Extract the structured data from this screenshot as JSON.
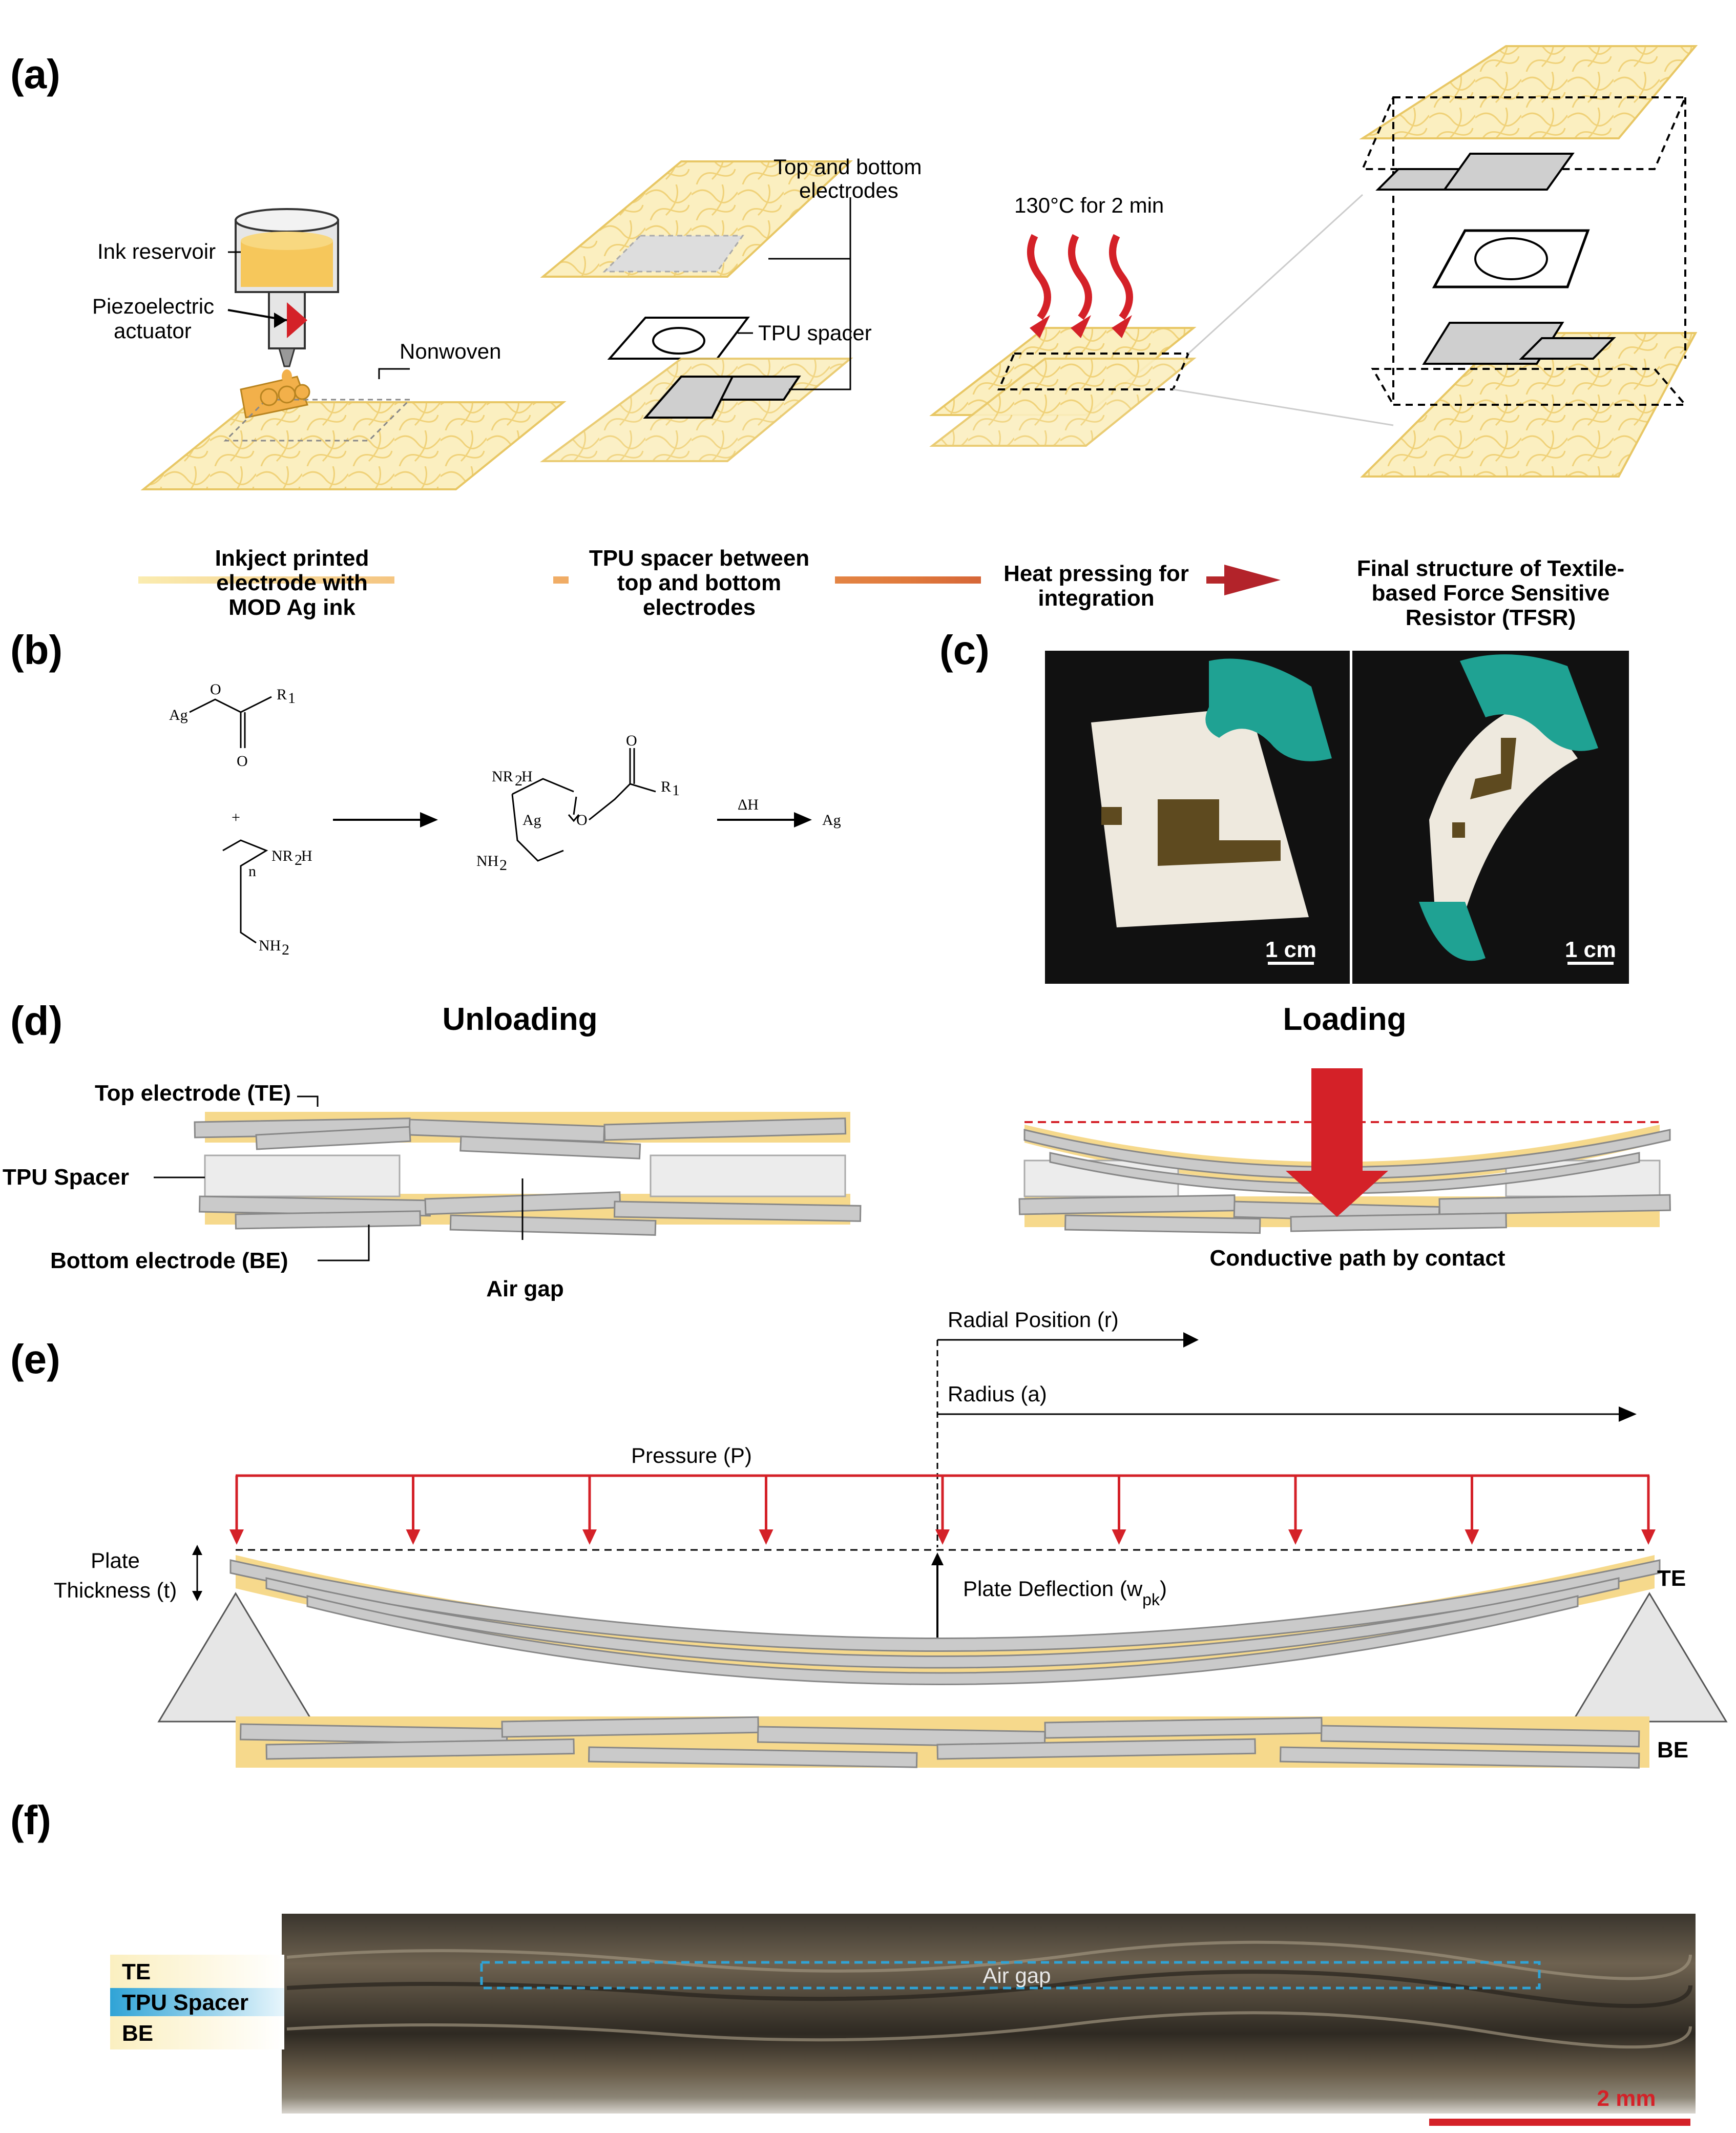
{
  "panels": {
    "a": "(a)",
    "b": "(b)",
    "c": "(c)",
    "d": "(d)",
    "e": "(e)",
    "f": "(f)"
  },
  "panel_a": {
    "ink_reservoir": "Ink reservoir",
    "piezo_line1": "Piezoelectric",
    "piezo_line2": "actuator",
    "nonwoven": "Nonwoven",
    "electrodes_line1": "Top and bottom",
    "electrodes_line2": "electrodes",
    "tpu_spacer": "TPU spacer",
    "heat_label": "130°C for 2 min",
    "steps": [
      {
        "lines": [
          "Inkject printed",
          "electrode with",
          "MOD Ag ink"
        ]
      },
      {
        "lines": [
          "TPU spacer between",
          "top and bottom",
          "electrodes"
        ]
      },
      {
        "lines": [
          "Heat pressing for",
          "integration"
        ]
      },
      {
        "lines": [
          "Final structure of Textile-",
          "based Force Sensitive",
          "Resistor (TFSR)"
        ]
      }
    ],
    "arrow_colors": [
      "#FAECB0",
      "#F2B26A",
      "#E07A3C",
      "#B3232A"
    ]
  },
  "panel_b": {
    "ag": "Ag",
    "o": "O",
    "r1": "R",
    "r1_sub": "1",
    "plus": "+",
    "nr2h": "NR",
    "nr2h_sub": "2",
    "h": "H",
    "nh2": "NH",
    "nh2_sub": "2",
    "n_sub": "n",
    "delta_h": "ΔH",
    "product": "Ag"
  },
  "panel_c": {
    "scale_left": "1 cm",
    "scale_right": "1 cm"
  },
  "panel_d": {
    "unloading": "Unloading",
    "loading": "Loading",
    "top_electrode": "Top electrode (TE)",
    "tpu_spacer": "TPU Spacer",
    "bottom_electrode": "Bottom electrode (BE)",
    "air_gap": "Air gap",
    "conductive_path": "Conductive path by contact"
  },
  "panel_e": {
    "radial_position": "Radial Position (r)",
    "radius": "Radius (a)",
    "pressure": "Pressure (P)",
    "plate_thickness_line1": "Plate",
    "plate_thickness_line2": "Thickness (t)",
    "plate_deflection": "Plate Deflection (w",
    "plate_deflection_sub": "pk",
    "plate_deflection_end": ")",
    "te": "TE",
    "be": "BE"
  },
  "panel_f": {
    "te": "TE",
    "tpu_spacer": "TPU Spacer",
    "be": "BE",
    "air_gap": "Air gap",
    "scale": "2 mm"
  },
  "colors": {
    "textile": "#FBEFC0",
    "fiber": "#F3D77E",
    "electrode_gray": "#C8C8C8",
    "pressure_red": "#D42128",
    "tpu_blue": "#2FA3D6",
    "photo_bg": "#111111"
  }
}
